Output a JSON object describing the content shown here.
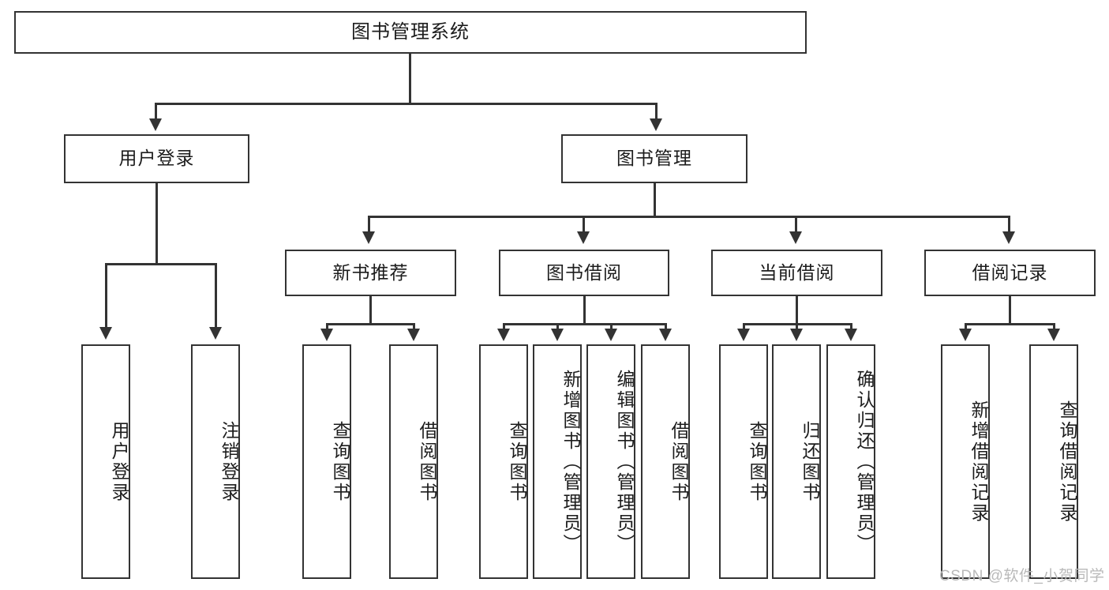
{
  "diagram": {
    "title": "图书管理系统",
    "type": "tree",
    "watermark": "CSDN @软件_小贺同学",
    "colors": {
      "stroke": "#333333",
      "fill": "#ffffff",
      "text": "#1c1c1c",
      "watermark": "#b9b9b9"
    },
    "root": {
      "label": "图书管理系统"
    },
    "level2": [
      {
        "label": "用户登录"
      },
      {
        "label": "图书管理"
      }
    ],
    "level3": [
      {
        "label": "新书推荐"
      },
      {
        "label": "图书借阅"
      },
      {
        "label": "当前借阅"
      },
      {
        "label": "借阅记录"
      }
    ],
    "leaves": {
      "user_login": [
        {
          "label": "用户登录"
        },
        {
          "label": "注销登录"
        }
      ],
      "new_book": [
        {
          "label": "查询图书"
        },
        {
          "label": "借阅图书"
        }
      ],
      "book_borrow": [
        {
          "label": "查询图书"
        },
        {
          "label": "新增图书（管理员）"
        },
        {
          "label": "编辑图书（管理员）"
        },
        {
          "label": "借阅图书"
        }
      ],
      "current_borrow": [
        {
          "label": "查询图书"
        },
        {
          "label": "归还图书"
        },
        {
          "label": "确认归还（管理员）"
        }
      ],
      "borrow_record": [
        {
          "label": "新增借阅记录"
        },
        {
          "label": "查询借阅记录"
        }
      ]
    }
  }
}
